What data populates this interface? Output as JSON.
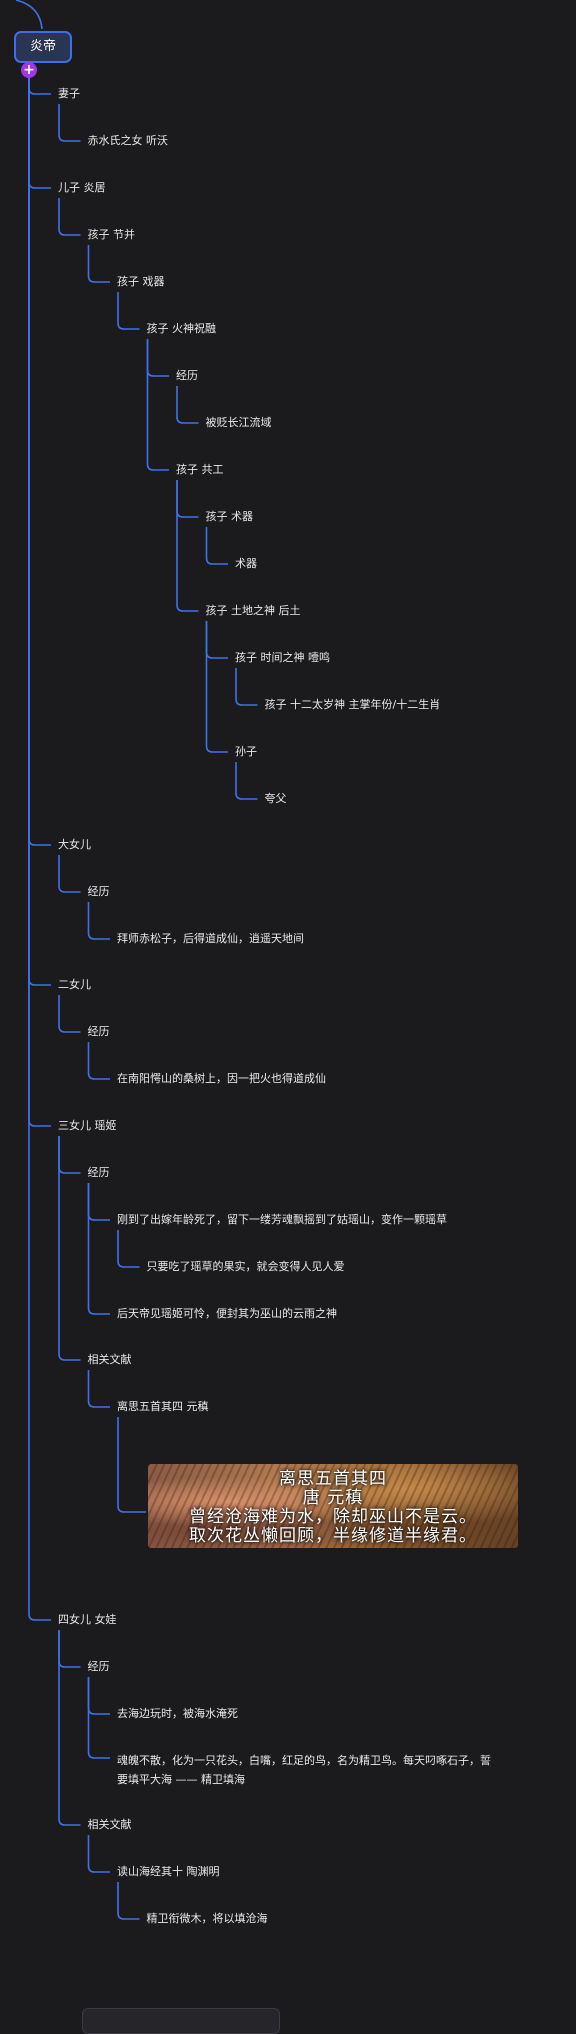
{
  "root": {
    "label": "炎帝"
  },
  "collapse_glyph": "+",
  "poem": {
    "title": "离思五首其四",
    "author": "唐 元稹",
    "line1": "曾经沧海难为水，除却巫山不是云。",
    "line2": "取次花丛懒回顾，半缘修道半缘君。"
  },
  "nodes": [
    {
      "id": "n1",
      "label": "妻子",
      "depth": 1,
      "parent": null
    },
    {
      "id": "n2",
      "label": "赤水氏之女 听沃",
      "depth": 2,
      "parent": "n1"
    },
    {
      "id": "n3",
      "label": "儿子 炎居",
      "depth": 1,
      "parent": null
    },
    {
      "id": "n4",
      "label": "孩子 节并",
      "depth": 2,
      "parent": "n3"
    },
    {
      "id": "n5",
      "label": "孩子 戏器",
      "depth": 3,
      "parent": "n4"
    },
    {
      "id": "n6",
      "label": "孩子 火神祝融",
      "depth": 4,
      "parent": "n5"
    },
    {
      "id": "n7",
      "label": "经历",
      "depth": 5,
      "parent": "n6"
    },
    {
      "id": "n8",
      "label": "被贬长江流域",
      "depth": 6,
      "parent": "n7"
    },
    {
      "id": "n9",
      "label": "孩子 共工",
      "depth": 5,
      "parent": "n6"
    },
    {
      "id": "n10",
      "label": "孩子 术器",
      "depth": 6,
      "parent": "n9"
    },
    {
      "id": "n11",
      "label": "术器",
      "depth": 7,
      "parent": "n10"
    },
    {
      "id": "n12",
      "label": "孩子 土地之神 后土",
      "depth": 6,
      "parent": "n9"
    },
    {
      "id": "n13",
      "label": "孩子 时间之神 噎鸣",
      "depth": 7,
      "parent": "n12"
    },
    {
      "id": "n14",
      "label": "孩子 十二太岁神 主掌年份/十二生肖",
      "depth": 8,
      "parent": "n13"
    },
    {
      "id": "n15",
      "label": "孙子",
      "depth": 7,
      "parent": "n12"
    },
    {
      "id": "n16",
      "label": "夸父",
      "depth": 8,
      "parent": "n15"
    },
    {
      "id": "n17",
      "label": "大女儿",
      "depth": 1,
      "parent": null
    },
    {
      "id": "n18",
      "label": "经历",
      "depth": 2,
      "parent": "n17"
    },
    {
      "id": "n19",
      "label": "拜师赤松子，后得道成仙，逍遥天地间",
      "depth": 3,
      "parent": "n18"
    },
    {
      "id": "n20",
      "label": "二女儿",
      "depth": 1,
      "parent": null
    },
    {
      "id": "n21",
      "label": "经历",
      "depth": 2,
      "parent": "n20"
    },
    {
      "id": "n22",
      "label": "在南阳愕山的桑树上，因一把火也得道成仙",
      "depth": 3,
      "parent": "n21"
    },
    {
      "id": "n23",
      "label": "三女儿 瑶姬",
      "depth": 1,
      "parent": null
    },
    {
      "id": "n24",
      "label": "经历",
      "depth": 2,
      "parent": "n23"
    },
    {
      "id": "n25",
      "label": "刚到了出嫁年龄死了，留下一缕芳魂飘摇到了姑瑶山，变作一颗瑶草",
      "depth": 3,
      "parent": "n24"
    },
    {
      "id": "n26",
      "label": "只要吃了瑶草的果实，就会变得人见人爱",
      "depth": 4,
      "parent": "n25"
    },
    {
      "id": "n27",
      "label": "后天帝见瑶姬可怜，便封其为巫山的云雨之神",
      "depth": 3,
      "parent": "n24"
    },
    {
      "id": "n28",
      "label": "相关文献",
      "depth": 2,
      "parent": "n23"
    },
    {
      "id": "n29",
      "label": "离思五首其四 元稹",
      "depth": 3,
      "parent": "n28"
    },
    {
      "id": "n30",
      "label": "四女儿 女娃",
      "depth": 1,
      "parent": null
    },
    {
      "id": "n31",
      "label": "经历",
      "depth": 2,
      "parent": "n30"
    },
    {
      "id": "n32",
      "label": "去海边玩时，被海水淹死",
      "depth": 3,
      "parent": "n31"
    },
    {
      "id": "n33",
      "label": "魂魄不散，化为一只花头，白嘴，红足的鸟，名为精卫鸟。每天叼啄石子，誓要填平大海 —— 精卫填海",
      "depth": 3,
      "parent": "n31"
    },
    {
      "id": "n34",
      "label": "相关文献",
      "depth": 2,
      "parent": "n30"
    },
    {
      "id": "n35",
      "label": "读山海经其十 陶渊明",
      "depth": 3,
      "parent": "n34"
    },
    {
      "id": "n36",
      "label": "精卫衔微木，将以填沧海",
      "depth": 4,
      "parent": "n35"
    }
  ]
}
